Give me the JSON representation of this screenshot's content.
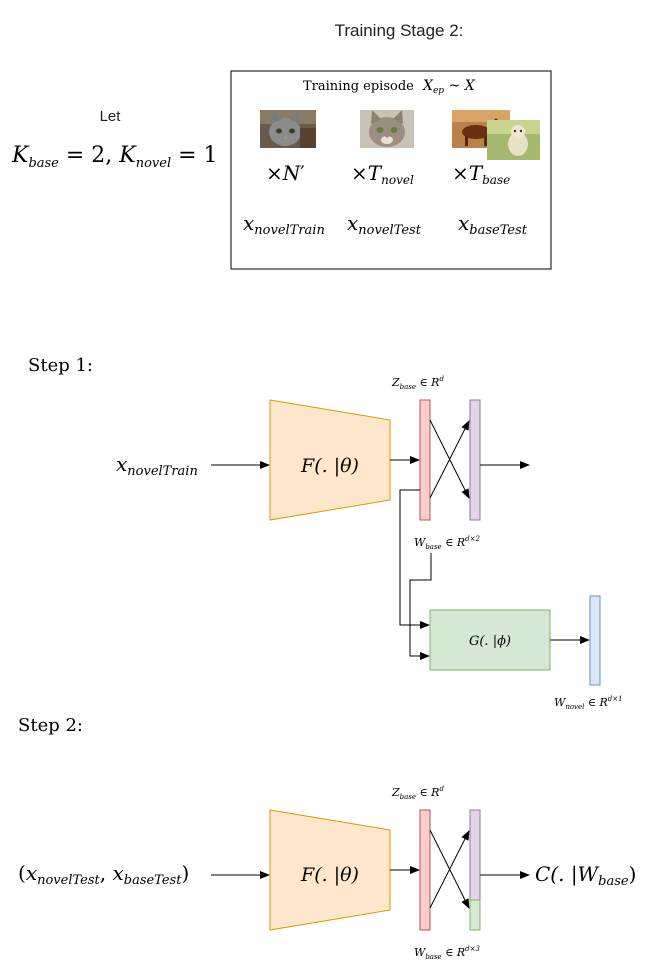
{
  "header": {
    "title": "Training Stage 2:"
  },
  "let_block": {
    "let": "Let",
    "k_base_var": "K",
    "k_base_sub": "base",
    "k_base_eq": " = 2, ",
    "k_novel_var": "K",
    "k_novel_sub": "novel",
    "k_novel_eq": " = 1"
  },
  "episode": {
    "label": "Training episode",
    "set_x": "X",
    "set_sub": "ep",
    "set_rel": " ~ X",
    "images": [
      {
        "name": "kitten",
        "mult_var": "N",
        "mult_prime": "′"
      },
      {
        "name": "cat",
        "mult_var": "T",
        "mult_sub": "novel"
      },
      {
        "name": "horse-dog",
        "mult_var": "T",
        "mult_sub": "base"
      }
    ],
    "inputs": [
      {
        "var": "x",
        "sub": "novelTrain"
      },
      {
        "var": "x",
        "sub": "novelTest"
      },
      {
        "var": "x",
        "sub": "baseTest"
      }
    ],
    "times": "×"
  },
  "step1": {
    "label": "Step 1:",
    "input_var": "x",
    "input_sub": "novelTrain",
    "feature_extractor": "F(. |θ)",
    "z_label_var": "Z",
    "z_label_sub": "base",
    "z_label_rel": " ∈ R",
    "z_label_sup": "d",
    "w_label_var": "W",
    "w_label_sub": "base",
    "w_label_rel": " ∈ R",
    "w_label_sup": "d×2",
    "generator": "G(. |ϕ)",
    "w_novel_var": "W",
    "w_novel_sub": "novel",
    "w_novel_rel": " ∈ R",
    "w_novel_sup": "d×1"
  },
  "step2": {
    "label": "Step 2:",
    "input_open": "(",
    "input_var1": "x",
    "input_sub1": "novelTest",
    "input_sep": ", ",
    "input_var2": "x",
    "input_sub2": "baseTest",
    "input_close": ")",
    "feature_extractor": "F(. |θ)",
    "z_label_var": "Z",
    "z_label_sub": "base",
    "z_label_rel": " ∈ R",
    "z_label_sup": "d",
    "w_label_var": "W",
    "w_label_sub": "base",
    "w_label_rel": " ∈ R",
    "w_label_sup": "d×3",
    "classifier": "C(. |W",
    "classifier_sub": "base",
    "classifier_close": ")"
  },
  "colors": {
    "extractor_fill": "#FFE6CC",
    "extractor_stroke": "#D79B00",
    "feature_fill": "#F8CECC",
    "feature_stroke": "#B85450",
    "weight_fill": "#E1D5E7",
    "weight_stroke": "#9673A6",
    "generator_fill": "#D5E8D4",
    "generator_stroke": "#82B366",
    "novel_fill": "#DAE8FC",
    "novel_stroke": "#6C8EBF"
  }
}
